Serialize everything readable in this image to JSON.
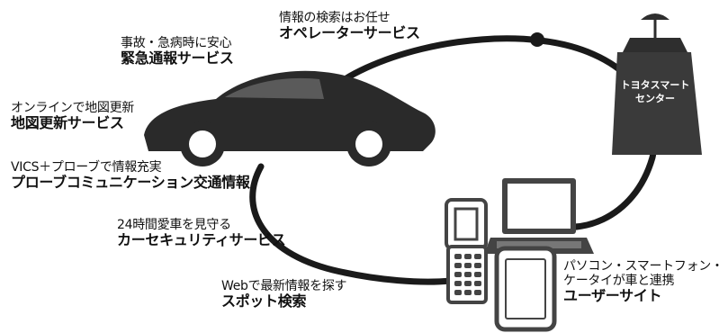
{
  "center": {
    "line1": "トヨタスマート",
    "line2": "センター"
  },
  "services": [
    {
      "sub": "情報の検索はお任せ",
      "title": "オペレーターサービス"
    },
    {
      "sub": "事故・急病時に安心",
      "title": "緊急通報サービス"
    },
    {
      "sub": "オンラインで地図更新",
      "title": "地図更新サービス"
    },
    {
      "sub": "VICS＋プローブで情報充実",
      "title": "プローブコミュニケーション交通情報"
    },
    {
      "sub": "24時間愛車を見守る",
      "title": "カーセキュリティサービス"
    },
    {
      "sub": "Webで最新情報を探す",
      "title": "スポット検索"
    },
    {
      "sub1": "パソコン・スマートフォン・",
      "sub2": "ケータイが車と連携",
      "title": "ユーザーサイト"
    }
  ],
  "colors": {
    "ring": "#1a1a1a",
    "car": "#2a2a2a",
    "building": "#3a3a3a",
    "device": "#444444"
  }
}
